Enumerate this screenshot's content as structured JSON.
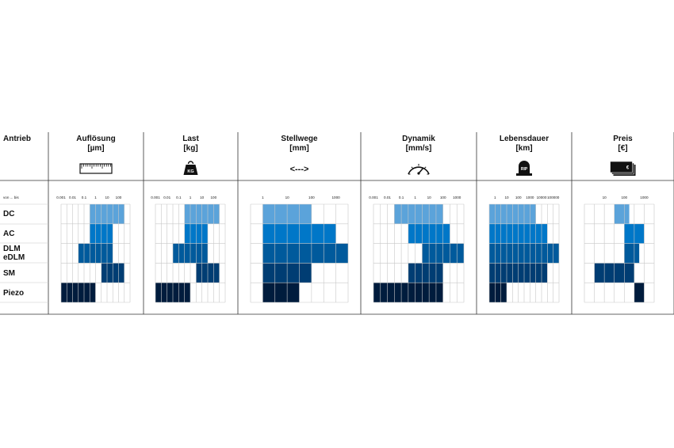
{
  "header": {
    "drive_label": "Antrieb",
    "range_label": "von ... bis"
  },
  "rows": [
    "DC",
    "AC",
    "DLM\neDLM",
    "SM",
    "Piezo"
  ],
  "colors": {
    "DC": "#5ba3da",
    "AC": "#0077c8",
    "DLM": "#005a9c",
    "SM": "#003d73",
    "Piezo": "#001c3d",
    "grid": "#c8c8c8",
    "rule": "#333333"
  },
  "chart_data": [
    {
      "type": "bar",
      "title": "Auflösung\n[µm]",
      "icon": "ruler-icon",
      "ticks": [
        "0.001",
        "0.01",
        "0.1",
        "1",
        "10",
        "100"
      ],
      "log_min": -3,
      "log_max": 3,
      "ranges": [
        [
          -0.5,
          2.5
        ],
        [
          -0.5,
          1.5
        ],
        [
          -1.5,
          1.5
        ],
        [
          0.5,
          2.5
        ],
        [
          -3,
          0
        ]
      ]
    },
    {
      "type": "bar",
      "title": "Last\n[kg]",
      "icon": "weight-icon",
      "icon_text": "KG",
      "ticks": [
        "0.001",
        "0.01",
        "0.1",
        "1",
        "10",
        "100"
      ],
      "log_min": -3,
      "log_max": 3,
      "ranges": [
        [
          -0.5,
          2.5
        ],
        [
          -0.5,
          1.5
        ],
        [
          -1.5,
          1.5
        ],
        [
          0.5,
          2.5
        ],
        [
          -3,
          0
        ]
      ]
    },
    {
      "type": "bar",
      "title": "Stellwege\n[mm]",
      "icon": "arrows-icon",
      "icon_text": "<--->",
      "ticks": [
        "1",
        "10",
        "100",
        "1000"
      ],
      "log_min": -0.5,
      "log_max": 3.5,
      "ranges": [
        [
          0,
          2
        ],
        [
          0,
          3
        ],
        [
          0,
          3.5
        ],
        [
          0,
          2
        ],
        [
          0,
          1.5
        ]
      ]
    },
    {
      "type": "bar",
      "title": "Dynamik\n[mm/s]",
      "icon": "speedometer-icon",
      "ticks": [
        "0.001",
        "0.01",
        "0.1",
        "1",
        "10",
        "100",
        "1000"
      ],
      "log_min": -3,
      "log_max": 3.5,
      "ranges": [
        [
          -1.5,
          2
        ],
        [
          -0.5,
          2.5
        ],
        [
          0.5,
          3.5
        ],
        [
          -0.5,
          2
        ],
        [
          -3,
          2
        ]
      ]
    },
    {
      "type": "bar",
      "title": "Lebensdauer\n[km]",
      "icon": "tombstone-icon",
      "icon_text": "RIP",
      "ticks": [
        "1",
        "10",
        "100",
        "1000",
        "10000",
        "100000"
      ],
      "log_min": -0.5,
      "log_max": 5.5,
      "ranges": [
        [
          -0.5,
          3.5
        ],
        [
          -0.5,
          4.5
        ],
        [
          -0.5,
          5.5
        ],
        [
          -0.5,
          4.5
        ],
        [
          -0.5,
          1
        ]
      ]
    },
    {
      "type": "bar",
      "title": "Preis\n[€]",
      "icon": "banknotes-icon",
      "icon_text": "€",
      "ticks": [
        "10",
        "100",
        "1000"
      ],
      "log_min": 0,
      "log_max": 3.5,
      "ranges": [
        [
          1.5,
          2.25
        ],
        [
          2,
          3
        ],
        [
          2,
          2.75
        ],
        [
          0.5,
          2.5
        ],
        [
          2.5,
          3
        ]
      ]
    }
  ]
}
